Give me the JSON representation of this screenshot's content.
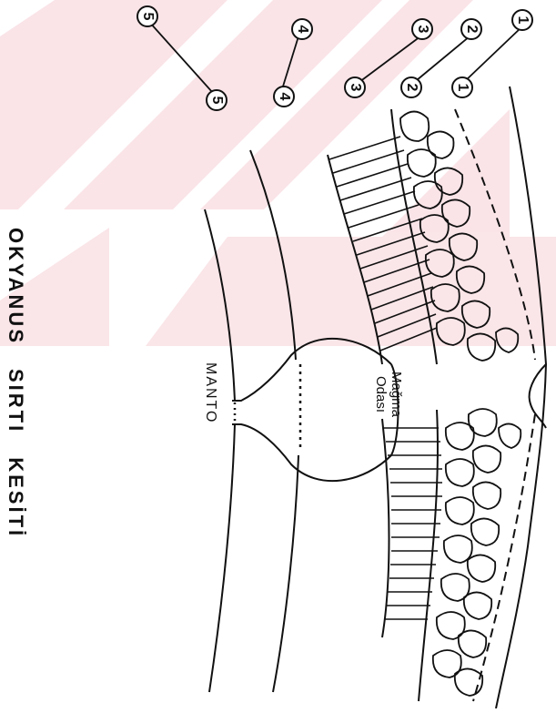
{
  "diagram": {
    "title_words": [
      "OKYANUS",
      "SIRTI",
      "KESİTİ"
    ],
    "labels": {
      "mantle": "MANTO",
      "magma_chamber": "Mağma\nOdası"
    },
    "layer_markers": [
      {
        "id": "1",
        "label": "1"
      },
      {
        "id": "2",
        "label": "2"
      },
      {
        "id": "3",
        "label": "3"
      },
      {
        "id": "4",
        "label": "4"
      },
      {
        "id": "5",
        "label": "5"
      }
    ],
    "colors": {
      "ink": "#111111",
      "watermark": "#f6cfd6"
    }
  }
}
